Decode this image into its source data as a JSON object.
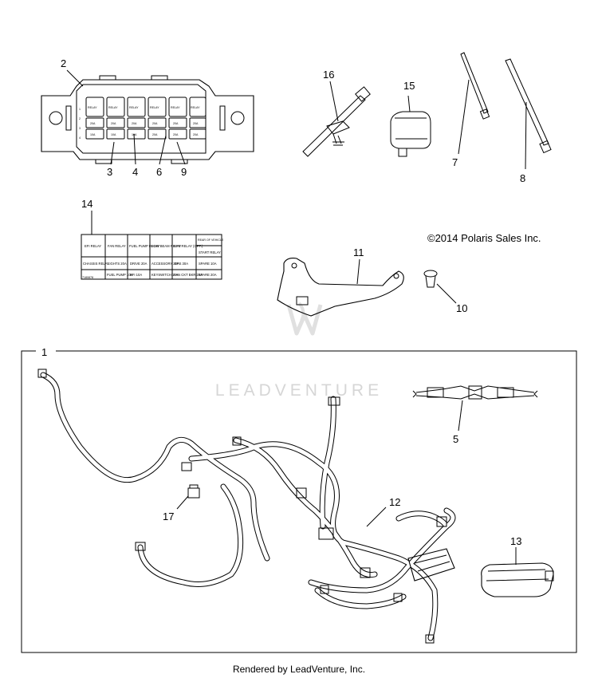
{
  "copyright": "©2014 Polaris Sales Inc.",
  "watermark": "LEADVENTURE",
  "footer": "Rendered by LeadVenture, Inc.",
  "callouts": {
    "c1": "1",
    "c2": "2",
    "c3": "3",
    "c4": "4",
    "c5": "5",
    "c6": "6",
    "c7": "7",
    "c8": "8",
    "c9": "9",
    "c10": "10",
    "c11": "11",
    "c12": "12",
    "c13": "13",
    "c14": "14",
    "c15": "15",
    "c16": "16",
    "c17": "17"
  },
  "fuse_box": {
    "relay_label": "RELAY",
    "row_numbers": [
      "1",
      "2",
      "3",
      "4"
    ],
    "fuse_ratings": [
      "20A",
      "20A",
      "20A",
      "20A",
      "20A",
      "20A"
    ],
    "lower_ratings": [
      "10A",
      "10A",
      "10A",
      "20A",
      "20A",
      "20A"
    ]
  },
  "decal": {
    "row1": [
      "EFI RELAY",
      "FAN RELAY",
      "FUEL PUMP RELAY",
      "LOW BEAM RELAY",
      "EPS RELAY (OPT.)",
      "REAR OF VEHICLE"
    ],
    "row1b": "START RELAY",
    "row2": [
      "CHASSIS RELAY",
      "LIGHTS 20A",
      "DRIVE 20A",
      "ACCESSORY 20A",
      "EPS 30A",
      "SPARE 10A"
    ],
    "row3": [
      "FUEL PUMP 10A",
      "EFI 10A",
      "KEYSWITCH 10A",
      "FAN CKT BKR 20A",
      "SPARE 20A"
    ],
    "part_no": "7180878"
  }
}
